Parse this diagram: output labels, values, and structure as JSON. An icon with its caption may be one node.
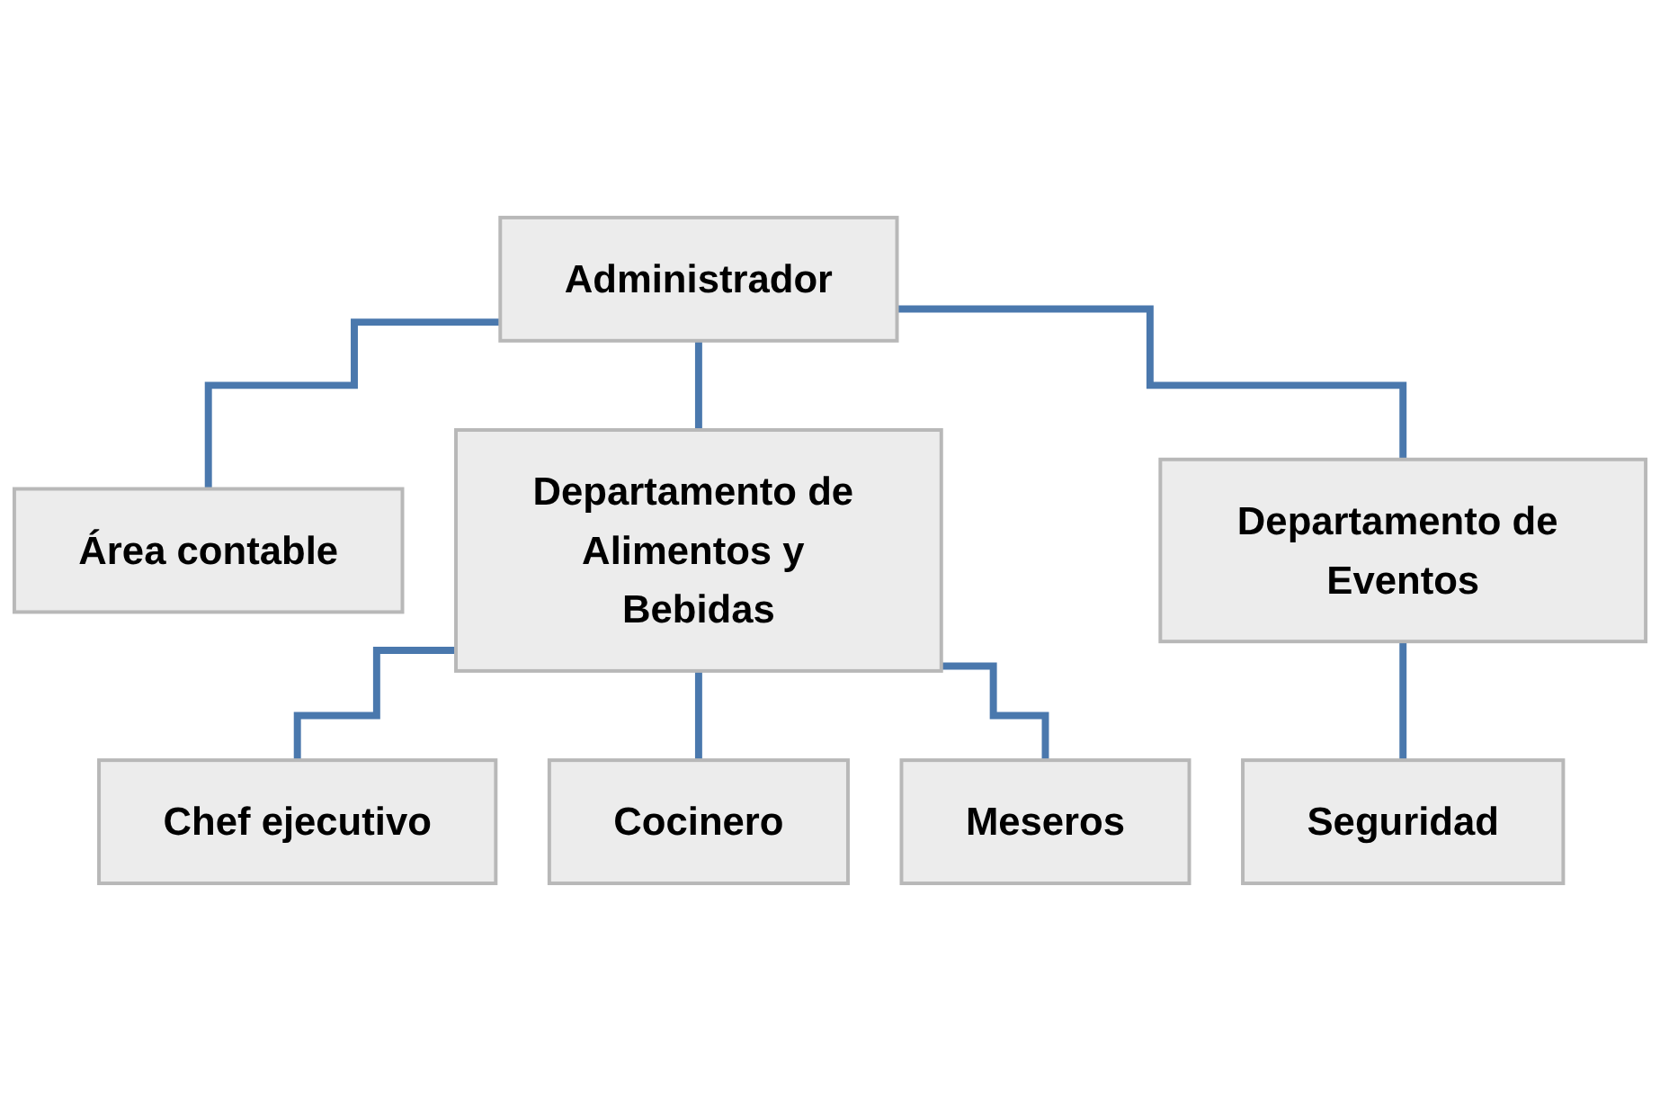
{
  "diagram": {
    "nodes": [
      {
        "text": [
          "Administrador"
        ]
      },
      {
        "text": [
          "Área contable"
        ]
      },
      {
        "text": [
          "Departamento de Alimentos y Bebidas"
        ]
      },
      {
        "text": [
          "Departamento de Eventos"
        ]
      },
      {
        "text": [
          "Chef ejecutivo"
        ]
      },
      {
        "text": [
          "Cocinero"
        ]
      },
      {
        "text": [
          "Seguridad"
        ]
      },
      {
        "text": [
          "Meseros"
        ]
      }
    ],
    "edges": [
      {
        "from": 0,
        "to": 1,
        "arrow": "none"
      },
      {
        "from": 0,
        "to": 2,
        "arrow": "none"
      },
      {
        "from": 0,
        "to": 3,
        "arrow": "none"
      },
      {
        "from": 2,
        "to": 4,
        "arrow": "none"
      },
      {
        "from": 2,
        "to": 5,
        "arrow": "none"
      },
      {
        "from": 2,
        "to": 7,
        "arrow": "none"
      },
      {
        "from": 3,
        "to": 6,
        "arrow": "none"
      }
    ]
  }
}
